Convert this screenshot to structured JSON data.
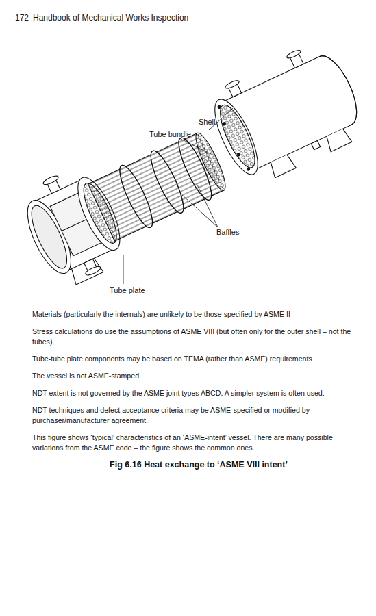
{
  "diagram": {
    "caption": "Fig 6.16 Heat exchange to ‘ASME VIII intent’",
    "labels": [
      "172",
      "Handbook of Mechanical Works Inspection",
      "Shell",
      "Tube bundle",
      "Baffles",
      "Tube plate",
      "Materials (particularly the internals) are unlikely to be those specified by ASME II",
      "Stress calculations do use the assumptions of ASME VIII (but often only for the outer shell – not the tubes)",
      "Tube-tube plate components may be based on TEMA (rather than ASME) requirements",
      "The vessel is not ASME-stamped",
      "NDT extent is not governed by the ASME joint types ABCD. A simpler system is often used.",
      "NDT techniques and defect acceptance criteria may be ASME-specified or modified by purchaser/manufacturer agreement.",
      "This figure shows ‘typical’ characteristics of an ‘ASME-intent’ vessel. There are many possible variations from the ASME code – the figure shows the common ones."
    ]
  }
}
